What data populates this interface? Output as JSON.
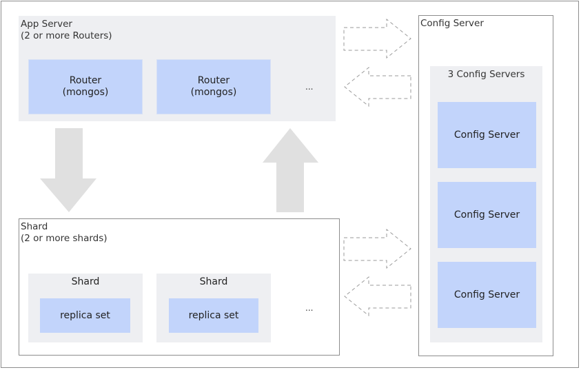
{
  "app_server": {
    "title": "App Server",
    "subtitle": "(2 or more Routers)",
    "routers": [
      {
        "line1": "Router",
        "line2": "(mongos)"
      },
      {
        "line1": "Router",
        "line2": "(mongos)"
      }
    ],
    "ellipsis": "..."
  },
  "shard_group": {
    "title": "Shard",
    "subtitle": "(2 or more shards)",
    "shards": [
      {
        "title": "Shard",
        "inner": "replica set"
      },
      {
        "title": "Shard",
        "inner": "replica set"
      }
    ],
    "ellipsis": "..."
  },
  "config": {
    "title": "Config Server",
    "inner_title": "3 Config Servers",
    "servers": [
      "Config Server",
      "Config Server",
      "Config Server"
    ]
  },
  "colors": {
    "box_fill": "#c2d4fb",
    "panel_fill": "#eeeff2",
    "arrow_fill": "#e0e0e0",
    "border": "#8c8c8c"
  }
}
